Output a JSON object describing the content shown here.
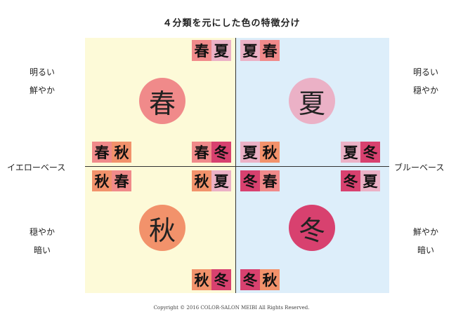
{
  "title": "４分類を元にした色の特徴分け",
  "left_top": [
    "明るい",
    "鮮やか"
  ],
  "left_bottom": [
    "穏やか",
    "暗い"
  ],
  "right_top": [
    "明るい",
    "穏やか"
  ],
  "right_bottom": [
    "鮮やか",
    "暗い"
  ],
  "axis_left": "イエローベース",
  "axis_right": "ブルーベース",
  "seasons": {
    "spring": {
      "label": "春",
      "color": "#f08a8a"
    },
    "summer": {
      "label": "夏",
      "color": "#ebb1c6"
    },
    "autumn": {
      "label": "秋",
      "color": "#f2926b"
    },
    "winter": {
      "label": "冬",
      "color": "#d8416f"
    }
  },
  "tiles": {
    "spring_summer": [
      "春",
      "夏"
    ],
    "summer_spring": [
      "夏",
      "春"
    ],
    "spring_autumn": [
      "春",
      "秋"
    ],
    "spring_winter": [
      "春",
      "冬"
    ],
    "summer_autumn": [
      "夏",
      "秋"
    ],
    "summer_winter": [
      "夏",
      "冬"
    ],
    "autumn_spring": [
      "秋",
      "春"
    ],
    "autumn_summer": [
      "秋",
      "夏"
    ],
    "winter_spring": [
      "冬",
      "春"
    ],
    "winter_summer": [
      "冬",
      "夏"
    ],
    "autumn_winter": [
      "秋",
      "冬"
    ],
    "winter_autumn": [
      "冬",
      "秋"
    ]
  },
  "copyright": "Copyright © 2016 COLOR-SALON MEIBI All Rights Reserved."
}
